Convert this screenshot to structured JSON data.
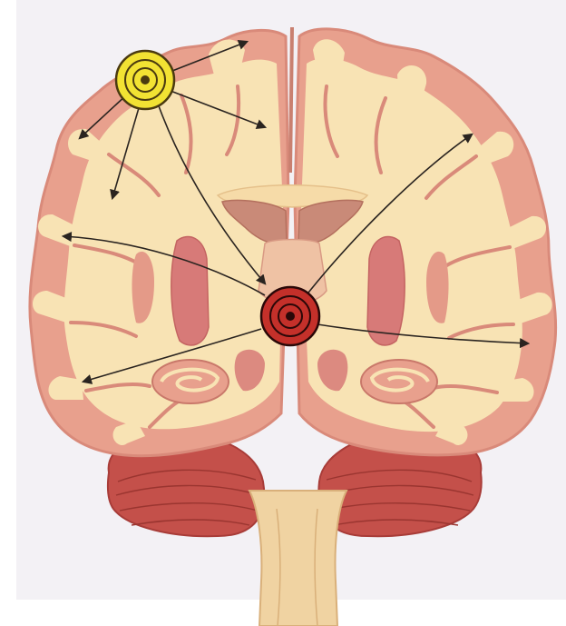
{
  "diagram": {
    "colors": {
      "page_background": "#ffffff",
      "backdrop": "#f3f1f5",
      "cortex_gray_matter": "#e8a08d",
      "cortex_edge": "#d98a7a",
      "white_matter": "#f8e3b4",
      "basal_ganglia": "#d77a78",
      "ventricle": "#c98a78",
      "cerebellum": "#c4504a",
      "brainstem": "#f0d3a2",
      "focus_cortical": "#f2e233",
      "focus_cortical_ring": "#4a3a10",
      "focus_deep": "#c4302a",
      "focus_deep_ring": "#2a0808",
      "arrow": "#2a2420"
    },
    "foci": [
      {
        "kind": "cortical-focus",
        "region": "left-frontal-cortex",
        "arrow_count": 5
      },
      {
        "kind": "deep-focus",
        "region": "thalamus",
        "arrow_count": 4
      }
    ]
  }
}
